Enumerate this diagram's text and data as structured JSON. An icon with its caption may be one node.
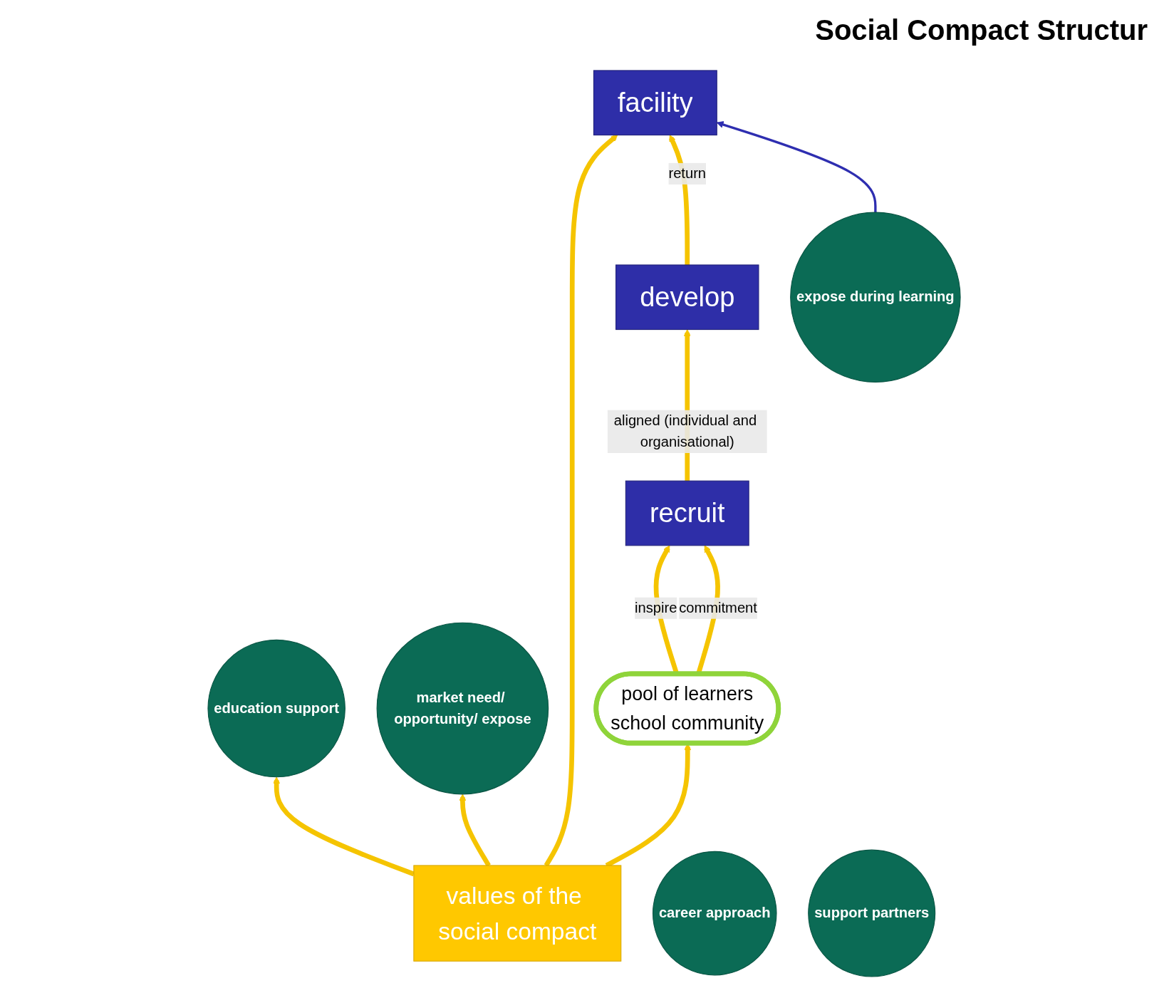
{
  "diagram": {
    "title": "Social Compact Structur",
    "nodes": [
      {
        "text": [
          "values of the social compact"
        ]
      },
      {
        "text": [
          "career approach"
        ]
      },
      {
        "text": [
          "facility"
        ]
      },
      {
        "text": [
          "education support"
        ]
      },
      {
        "text": [
          "develop"
        ]
      },
      {
        "text": [
          "expose during learning"
        ]
      },
      {
        "text": [
          "market need/ opportunity/ expose"
        ]
      },
      {
        "text": [
          "recruit"
        ]
      },
      {
        "text": [
          "support partners"
        ]
      },
      {
        "text": [
          "pool of learners",
          "school community"
        ]
      }
    ],
    "edges": [
      {
        "from": 0,
        "to": 2,
        "arrow": "to"
      },
      {
        "from": 0,
        "to": 3,
        "arrow": "to"
      },
      {
        "from": 0,
        "to": 6,
        "arrow": "to"
      },
      {
        "from": 0,
        "to": 9,
        "arrow": "to"
      },
      {
        "from": 4,
        "to": 2,
        "arrow": "to",
        "label": "return"
      },
      {
        "from": 7,
        "to": 4,
        "arrow": "to",
        "label": "aligned (individual and organisational)"
      },
      {
        "from": 9,
        "to": 7,
        "arrow": "to",
        "label": "inspire"
      },
      {
        "from": 9,
        "to": 7,
        "arrow": "to",
        "label": "commitment"
      },
      {
        "from": 5,
        "to": 2,
        "arrow": "to",
        "color": "#2e2eb0"
      }
    ]
  }
}
